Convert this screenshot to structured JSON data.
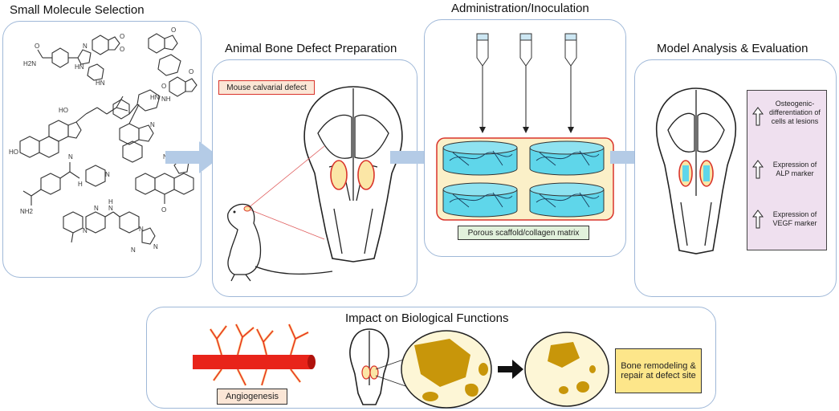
{
  "panels": {
    "selection": {
      "title": "Small Molecule Selection"
    },
    "preparation": {
      "title": "Animal Bone Defect Preparation",
      "label": "Mouse calvarial defect"
    },
    "administration": {
      "title": "Administration/Inoculation",
      "label": "Porous scaffold/collagen matrix"
    },
    "analysis": {
      "title": "Model Analysis & Evaluation",
      "markers": [
        "Osteogenic-differentiation of cells at lesions",
        "Expression of ALP marker",
        "Expression of VEGF marker"
      ]
    },
    "impact": {
      "title": "Impact on Biological Functions",
      "angiogenesis": "Angiogenesis",
      "outcome": "Bone remodeling & repair at defect site"
    }
  },
  "molecule_atoms": [
    "H2N",
    "O",
    "N",
    "HN",
    "O",
    "O",
    "HN",
    "O",
    "HO",
    "HO",
    "HN",
    "O",
    "NH",
    "O",
    "N",
    "NH",
    "O",
    "NH2",
    "N",
    "H",
    "N",
    "N",
    "N",
    "N",
    "N",
    "N",
    "H",
    "N",
    "O"
  ],
  "colors": {
    "panel_border": "#9fb8d8",
    "arrow": "#b4cbe6",
    "defect_fill": "#fbe6a6",
    "defect_stroke": "#d9342b",
    "scaffold_bg": "#fbf0c8",
    "scaffold_dish": "#5fd6ea",
    "vessel": "#e8241a",
    "bone": "#c8960a",
    "bone_bg": "#fdf6d6",
    "marker_box": "#efe0ef",
    "outcome_box": "#fde68a"
  }
}
